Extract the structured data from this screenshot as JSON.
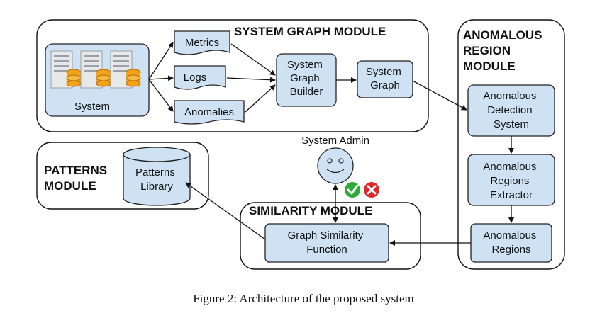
{
  "modules": {
    "system_graph": "SYSTEM GRAPH MODULE",
    "anomalous_region": [
      "ANOMALOUS",
      "REGION",
      "MODULE"
    ],
    "patterns": [
      "PATTERNS",
      "MODULE"
    ],
    "similarity": "SIMILARITY  MODULE"
  },
  "nodes": {
    "system": "System",
    "metrics": "Metrics",
    "logs": "Logs",
    "anomalies": "Anomalies",
    "builder": [
      "System",
      "Graph",
      "Builder"
    ],
    "graph": [
      "System",
      "Graph"
    ],
    "detection": [
      "Anomalous",
      "Detection",
      "System"
    ],
    "extractor": [
      "Anomalous",
      "Regions",
      "Extractor"
    ],
    "regions": [
      "Anomalous",
      "Regions"
    ],
    "similarity_fn": [
      "Graph Similarity",
      "Function"
    ],
    "patterns_library": [
      "Patterns",
      "Library"
    ],
    "admin": "System Admin"
  },
  "caption": "Figure 2:  Architecture of the proposed system",
  "colors": {
    "box_fill": "#cfe2f3",
    "check_green": "#2eaa3a",
    "cross_red": "#e0262b"
  },
  "icons": {
    "servers": "server-stack-icon",
    "database": "database-icon",
    "admin": "smiley-face-icon",
    "approve": "checkmark-icon",
    "reject": "cross-icon"
  }
}
